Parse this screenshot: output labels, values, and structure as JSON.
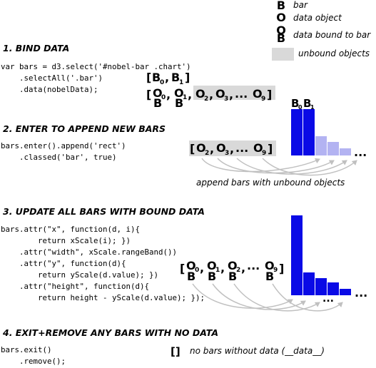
{
  "legend": {
    "bar_symbol": "B",
    "bar_label": "bar",
    "data_symbol": "O",
    "data_label": "data object",
    "bound_label": "data bound to bar",
    "unbound_label": "unbound objects"
  },
  "sections": [
    {
      "heading": "1. BIND DATA",
      "code": [
        "var bars = d3.select('#nobel-bar .chart')",
        "    .selectAll('.bar')",
        "    .data(nobelData);"
      ]
    },
    {
      "heading": "2. ENTER TO APPEND NEW BARS",
      "code": [
        "bars.enter().append('rect')",
        "    .classed('bar', true)"
      ],
      "caption": "append bars with unbound objects"
    },
    {
      "heading": "3. UPDATE ALL BARS WITH BOUND DATA",
      "code": [
        "bars.attr(\"x\", function(d, i){",
        "        return xScale(i); })",
        "    .attr(\"width\", xScale.rangeBand())",
        "    .attr(\"y\", function(d){",
        "        return yScale(d.value); })",
        "    .attr(\"height\", function(d){",
        "        return height - yScale(d.value); });"
      ]
    },
    {
      "heading": "4. EXIT+REMOVE ANY BARS WITH NO DATA",
      "code": [
        "bars.exit()",
        "    .remove();"
      ],
      "empty_symbol": "[]",
      "caption": "no bars without data (__data__)"
    }
  ],
  "glyphs": {
    "bar": "B",
    "data": "O",
    "ellipsis": "...",
    "open": "[",
    "close": "]",
    "comma": ",",
    "s0": "0",
    "s1": "1",
    "s2": "2",
    "s3": "3",
    "s9": "9"
  },
  "colors": {
    "bound_bar": "#0a0ae6",
    "unbound_bar": "#b3b3f2",
    "unbound_bg": "#d9d9d9",
    "arrow": "#c0c0c0"
  }
}
